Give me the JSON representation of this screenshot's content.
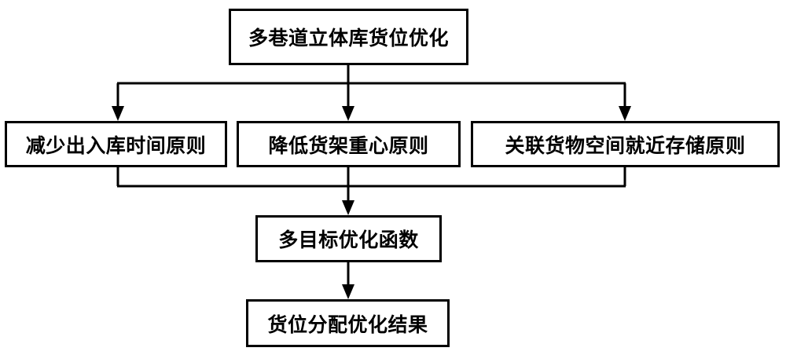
{
  "diagram": {
    "root": "多巷道立体库货位优化",
    "principles": [
      "减少出入库时间原则",
      "降低货架重心原则",
      "关联货物空间就近存储原则"
    ],
    "objective": "多目标优化函数",
    "result": "货位分配优化结果"
  }
}
